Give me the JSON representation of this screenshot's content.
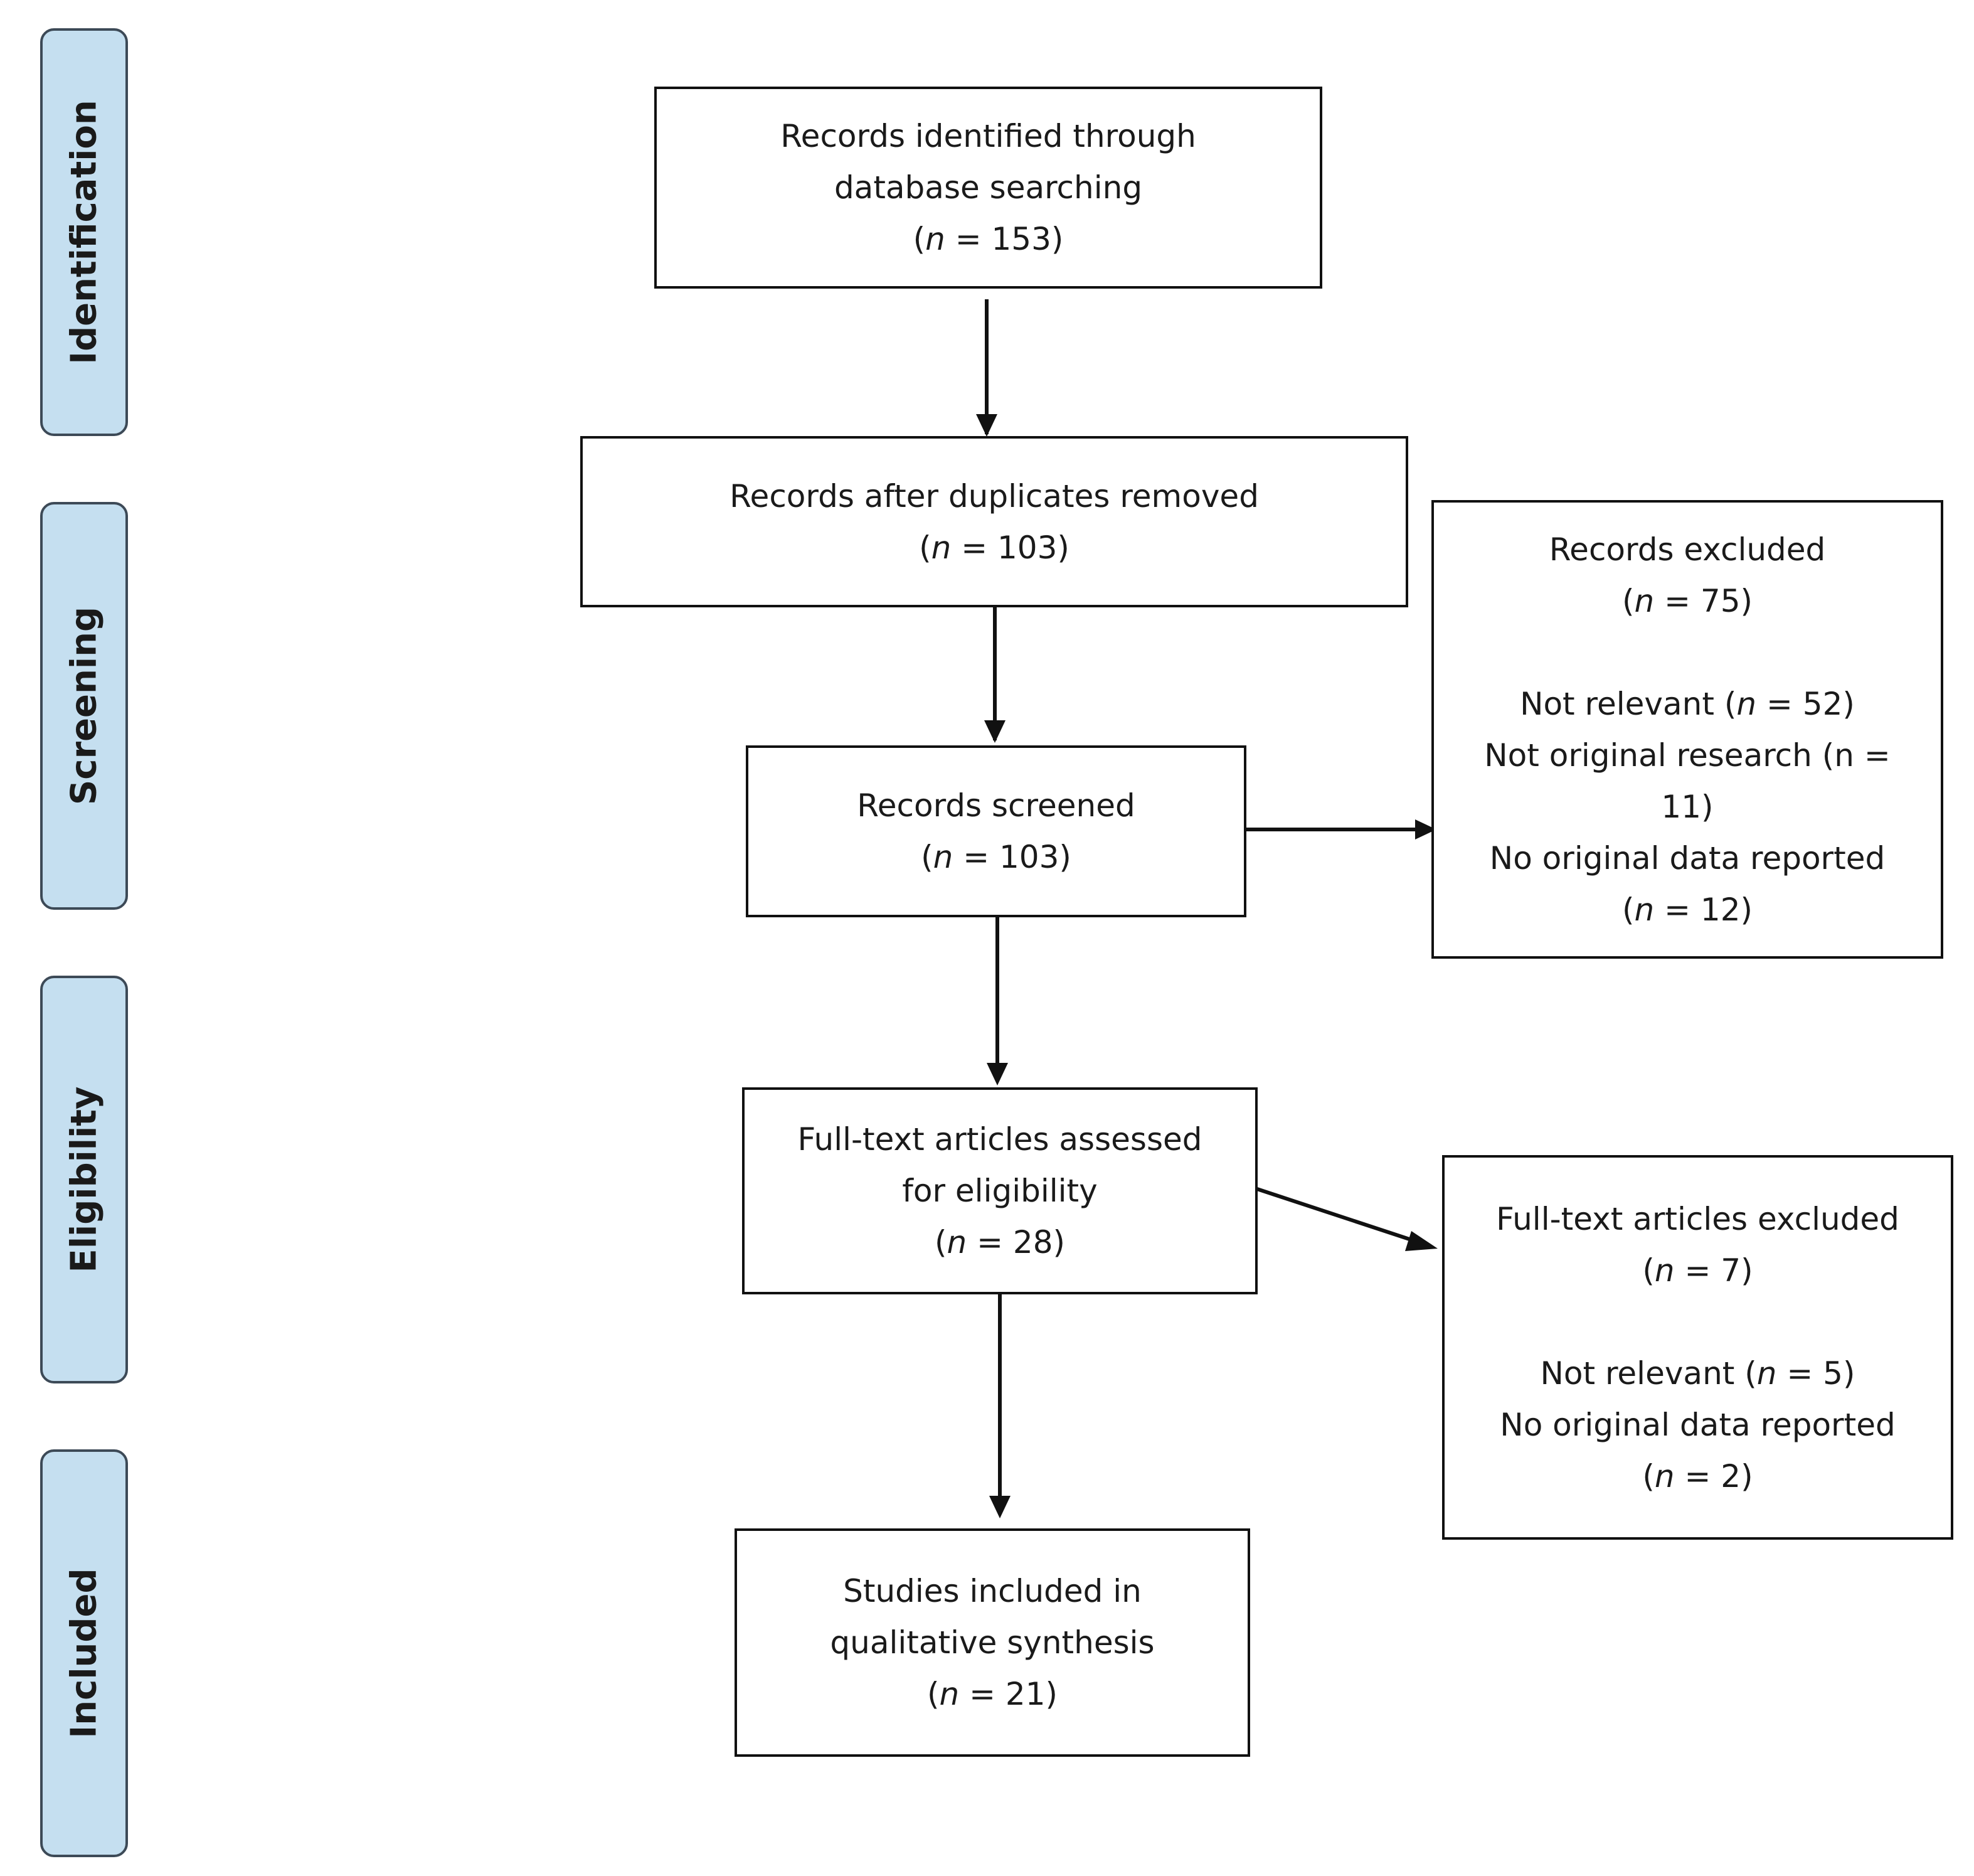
{
  "phases": {
    "identification": "Identification",
    "screening": "Screening",
    "eligibility": "Eligibility",
    "included": "Included"
  },
  "n_letter": "n",
  "boxes": {
    "identified": {
      "line1": "Records identified through",
      "line2": "database searching",
      "n": "= 153"
    },
    "after_duplicates": {
      "line1": "Records after duplicates removed",
      "n": "= 103"
    },
    "screened": {
      "line1": "Records screened",
      "n": "=  103"
    },
    "records_excluded": {
      "line1": "Records excluded",
      "n": "= 75",
      "reason1_text": "Not relevant",
      "reason1_n": "= 52",
      "reason2_line1": "Not original research (n =",
      "reason2_line2": "11)",
      "reason3_line1": "No original data reported",
      "reason3_n": "= 12"
    },
    "fulltext_assessed": {
      "line1": "Full-text articles assessed",
      "line2": "for eligibility",
      "n": "= 28"
    },
    "fulltext_excluded": {
      "line1": "Full-text articles excluded",
      "n": "= 7",
      "reason1_text": "Not relevant",
      "reason1_n": "= 5",
      "reason2_line1": "No original data reported",
      "reason2_n": "= 2"
    },
    "included": {
      "line1": "Studies included in",
      "line2": "qualitative synthesis",
      "n": "= 21"
    }
  },
  "colors": {
    "phase_fill": "#c5dff0",
    "phase_border": "#3d4a57",
    "box_border": "#111111",
    "arrow": "#111111"
  }
}
